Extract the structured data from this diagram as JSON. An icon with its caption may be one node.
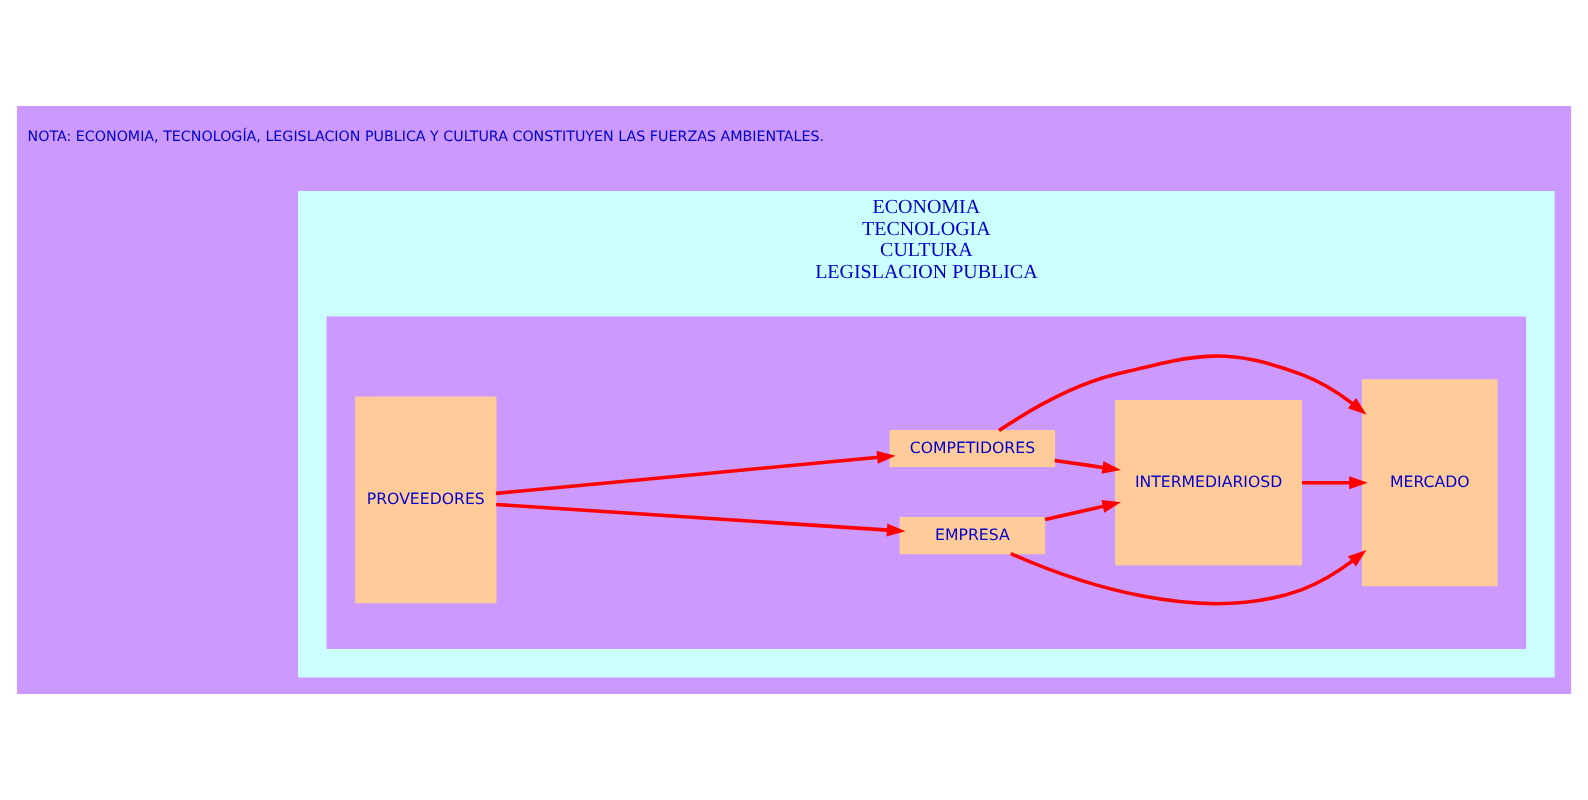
{
  "diagram": {
    "nodes": [
      {
        "text": [
          "ECONOMIA",
          "TECNOLOGIA",
          "CULTURA",
          "LEGISLACION PUBLICA"
        ]
      },
      {
        "text": [],
        "shape": "box",
        "in": 0
      },
      {
        "text": [
          "PROVEEDORES"
        ],
        "in": 1
      },
      {
        "text": [
          "EMPRESA"
        ],
        "in": 1
      },
      {
        "text": [
          "COMPETIDORES"
        ],
        "in": 1
      },
      {
        "text": [
          "INTERMEDIARIOSD"
        ],
        "in": 1
      },
      {
        "text": [
          "MERCADO"
        ],
        "in": 1
      }
    ],
    "edges": [
      {
        "from": 2,
        "to": 3,
        "arrow": "to"
      },
      {
        "from": 2,
        "to": 4,
        "arrow": "to"
      },
      {
        "from": 3,
        "to": 6,
        "arrow": "to"
      },
      {
        "from": 3,
        "to": 5,
        "arrow": "to"
      },
      {
        "from": 4,
        "to": 5,
        "arrow": "to"
      },
      {
        "from": 4,
        "to": 6,
        "arrow": "to"
      },
      {
        "from": 5,
        "to": 6,
        "arrow": "to"
      }
    ],
    "labels": [
      "NOTA: ECONOMIA, TECNOLOGÍA, LEGISLACION PUBLICA Y CULTURA CONSTITUYEN LAS FUERZAS AMBIENTALES."
    ]
  }
}
